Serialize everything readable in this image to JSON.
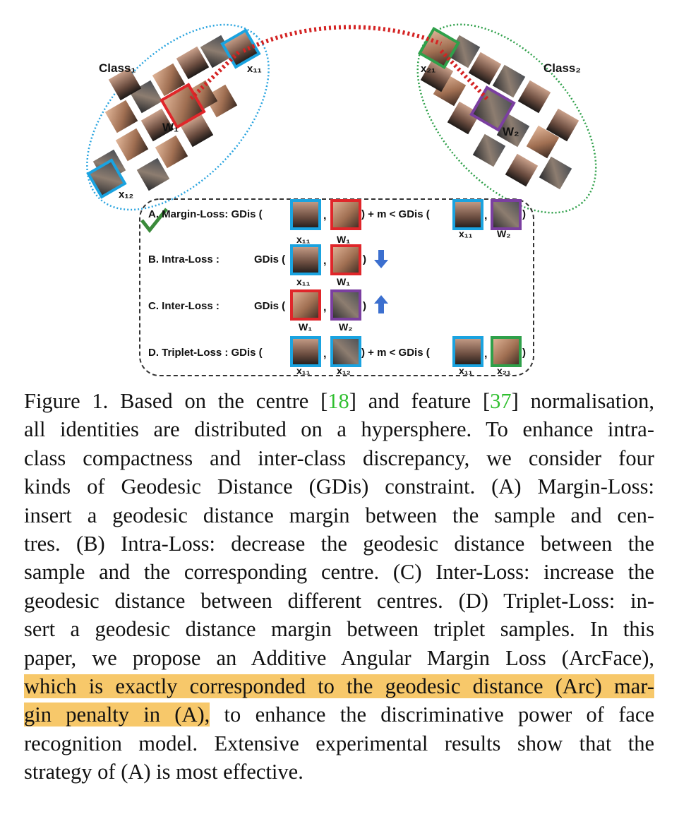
{
  "figure": {
    "class1_label": "Class₁",
    "class2_label": "Class₂",
    "x11": "x₁₁",
    "x12": "x₁₂",
    "x21": "x₂₁",
    "w1": "W₁",
    "w2": "W₂",
    "row_a": {
      "label": "A. Margin-Loss: GDis (",
      "mid": ") + m < GDis ("
    },
    "row_b": {
      "label": "B. Intra-Loss :"
    },
    "row_c": {
      "label": "C. Inter-Loss :"
    },
    "row_d": {
      "label": "D. Triplet-Loss :  GDis (",
      "mid": ") + m < GDis ("
    },
    "colors": {
      "x_border": "#1aa3e0",
      "w1_border": "#e0262a",
      "w2_border": "#7b3fa0",
      "x21_border": "#2fa04a",
      "arc": "#d42323",
      "arrow": "#3b6fcf",
      "highlight": "#f7c86a",
      "ref": "#2fbf2f"
    }
  },
  "caption": {
    "l1a": "Figure 1. Based on the centre [",
    "ref1": "18",
    "l1b": "] and feature [",
    "ref2": "37",
    "l1c": "] normalisation,",
    "l2": "all identities are distributed on a hypersphere.  To enhance intra-",
    "l3": "class compactness and inter-class discrepancy, we consider four",
    "l4": "kinds of Geodesic Distance (GDis) constraint.  (A) Margin-Loss:",
    "l5": "insert a geodesic distance margin between the sample and cen-",
    "l6": "tres.  (B) Intra-Loss: decrease the geodesic distance between the",
    "l7": "sample and the corresponding centre. (C) Inter-Loss: increase the",
    "l8": "geodesic distance between different centres. (D) Triplet-Loss: in-",
    "l9": "sert a geodesic distance margin between triplet samples.  In this",
    "l10": "paper, we propose an Additive Angular Margin Loss (ArcFace),",
    "l11": "which is exactly corresponded to the geodesic distance (Arc) mar-",
    "l12a": "gin penalty in (A),",
    "l12b": " to enhance the discriminative power of face",
    "l13": "recognition model.  Extensive experimental results show that the",
    "l14": "strategy of (A) is most effective."
  }
}
